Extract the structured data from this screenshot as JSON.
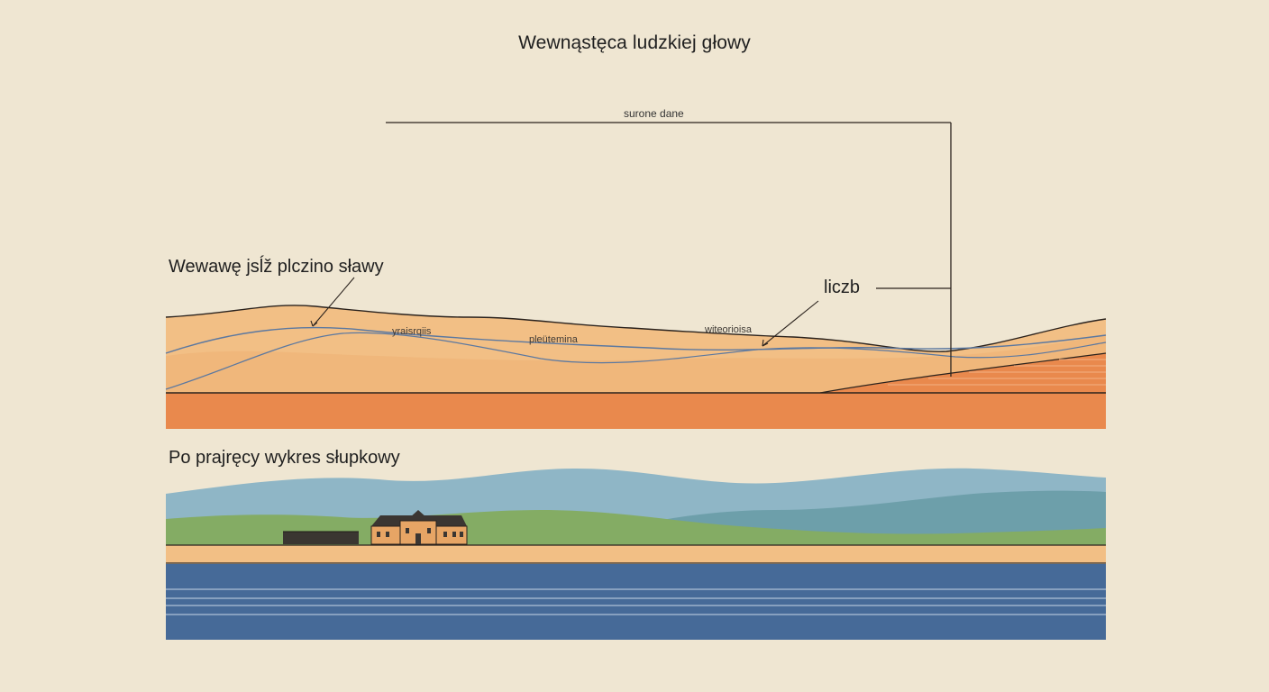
{
  "title": "Wewnąstęca ludzkiej głowy",
  "labels": {
    "top_left": "Wewawę jsĺž plczino sławy",
    "count": "liczb",
    "bracket": "surone dane",
    "bottom_left": "Po prajręcy wykres słupkowy"
  },
  "curve_labels": [
    "yraisrqiis",
    "pleütemina",
    "witeorioisa"
  ],
  "colors": {
    "background": "#efe6d2",
    "sand_light": "#f2bf85",
    "sand_mid": "#eeb072",
    "sand_band": "#e9894d",
    "line_dark": "#2a221d",
    "curve_blue": "#5b78a0",
    "sky_blue": "#8fb6c6",
    "teal": "#6d9faa",
    "green": "#84ac64",
    "water_blue": "#466a98",
    "house": "#e7a565"
  }
}
